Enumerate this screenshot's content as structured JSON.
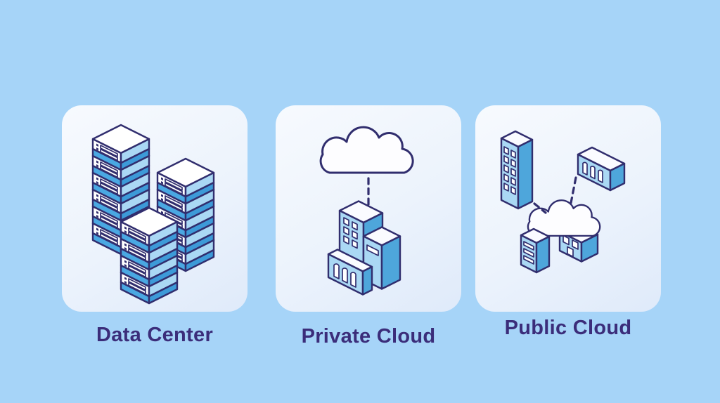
{
  "cards": [
    {
      "label": "Data Center",
      "icon": "server-stacks-icon"
    },
    {
      "label": "Private Cloud",
      "icon": "cloud-over-buildings-icon"
    },
    {
      "label": "Public Cloud",
      "icon": "cloud-network-buildings-icon"
    }
  ],
  "colors": {
    "background": "#a6d4f8",
    "card_top": "#f7fafe",
    "card_bottom": "#dfeafa",
    "outline": "#312e6e",
    "label_text": "#3b2d7a",
    "face_white": "#ffffff",
    "face_light_blue": "#aad8f4",
    "face_medium_blue": "#4ea6db",
    "strip_blue_left": "#4aa8e2",
    "strip_blue_right": "#3d9ad8"
  }
}
